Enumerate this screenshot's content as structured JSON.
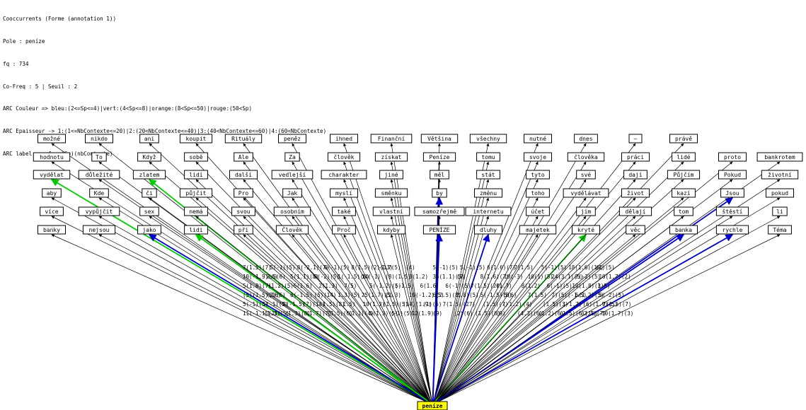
{
  "header": {
    "lines": [
      "Cooccurrents (Forme (annotation 1))",
      "Pole : peníze",
      "fq : 734",
      "Co-Freq : 5 | Seuil : 2",
      "ARC Couleur => bleu:(2<=Sp<=4)|vert:(4<Sp<=8)|orange:(8<Sp<=50)|rouge:(50<Sp)",
      "ARC Epaisseur -> 1:(1<=NbContexte<=20)|2:(20<NbContexte<=40)|3:(40<NbContexte<=60)|4:(60<NbContexte)",
      "ARC label : cofreq(Sp)(nbContexte)"
    ]
  },
  "colors": {
    "black": "#000000",
    "blue": "#0000cc",
    "green": "#00cc00",
    "center_fill": "#ffff00"
  },
  "center": {
    "label": "peníze"
  },
  "columns": [
    {
      "words": [
        "možné",
        "hodnotu",
        "vydělat",
        "aby",
        "více",
        "banky"
      ]
    },
    {
      "words": [
        "nikdo",
        "To",
        "důležité",
        "Kde",
        "vypůjčit",
        "nejsou"
      ]
    },
    {
      "words": [
        "ani",
        "Když",
        "zlatem",
        "či",
        "sex",
        "jako"
      ]
    },
    {
      "words": [
        "koupit",
        "sobě",
        "lidí",
        "půjčit",
        "nemá",
        "lidi"
      ]
    },
    {
      "words": [
        "Rituály",
        "Ale",
        "další",
        "Pro",
        "svou",
        "při"
      ]
    },
    {
      "words": [
        "peněz",
        "Za",
        "vedlejší",
        "Jak",
        "osobním",
        "Člověk"
      ]
    },
    {
      "words": [
        "ihned",
        "člověk",
        "charakter",
        "myslí",
        "také",
        "Proč"
      ]
    },
    {
      "words": [
        "Finanční",
        "získat",
        "jiné",
        "směnku",
        "vlastní",
        "kdyby"
      ]
    },
    {
      "words": [
        "Většina",
        "Peníze",
        "měl",
        "by",
        "samozřejmě",
        "PENÍZE"
      ]
    },
    {
      "words": [
        "všechny",
        "tomu",
        "stát",
        "změnu",
        "internetu",
        "dluhy"
      ]
    },
    {
      "words": [
        "nutné",
        "svoje",
        "tyto",
        "toho",
        "účet",
        "majetek"
      ]
    },
    {
      "words": [
        "dnes",
        "člověka",
        "své",
        "vydělávat",
        "jim",
        "kryté"
      ]
    },
    {
      "words": [
        "–",
        "práci",
        "dají",
        "život",
        "dělají",
        "věc"
      ]
    },
    {
      "words": [
        "právě",
        "lidé",
        "Půjčím",
        "kazí",
        "tom",
        "banka"
      ]
    },
    {
      "words": [
        "",
        "proto",
        "Pokud",
        "Jsou",
        "štěstí",
        "rychle"
      ]
    },
    {
      "words": [
        "",
        "bankrotem",
        "životní",
        "pokud",
        "li",
        "Téma"
      ]
    }
  ],
  "edges_colored": [
    {
      "word": "vydělat",
      "color": "green"
    },
    {
      "word": "zlatem",
      "color": "green"
    },
    {
      "word": "kryté",
      "color": "green"
    },
    {
      "word": "jako",
      "color": "blue"
    },
    {
      "word": "lidi",
      "color": "green"
    },
    {
      "word": "by",
      "color": "blue"
    },
    {
      "word": "PENÍZE",
      "color": "blue"
    },
    {
      "word": "dluhy",
      "color": "blue"
    },
    {
      "word": "Jsou",
      "color": "blue"
    },
    {
      "word": "banka",
      "color": "blue"
    },
    {
      "word": "rychle",
      "color": "blue"
    }
  ],
  "edge_label_rows": [
    {
      "row": 0,
      "texts": [
        "7(1.5)(7)",
        "5(-1)(5)",
        "8(-2.1)(7)",
        "6(-1)(5)",
        "8(1.5)(2)(13)",
        "-1.7(5)",
        "(4)",
        "5(-1)(5)",
        "5(-1)(5)",
        "6(1.6)(7)",
        "7(1.5)",
        "5(-1)(5)",
        "18(1.6)(16)",
        "(1)(5)"
      ]
    },
    {
      "row": 1,
      "texts": [
        "10(-1.9)(6)",
        "2.5(6)",
        "5(1.1)(8)",
        "8(-2)(5)",
        "1(-1.5)(6)",
        "14(-1)",
        "(8)(1.5)",
        "3(1.2)",
        "35(1.1)(5)",
        "(7)",
        "8(1.6)(7)",
        "10(-3)",
        "10(1)(5)",
        "24(3.1)(5)",
        "7(-2)(5)",
        "10(1.7)(2)"
      ]
    },
    {
      "row": 2,
      "texts": [
        "5(1.8)(7)",
        "(1.2)(5)",
        "6(1.6)",
        "2(1.3)",
        "7(5)",
        "5(-1.2)(5)",
        "(-1.5)",
        "6(1.6)",
        "6(-1)(5)",
        "7(1.5)(20)",
        "(1.7)",
        "8(1.2)",
        "6(-1)(5)",
        "19(1.8)(3)",
        "1.5)"
      ]
    },
    {
      "row": 3,
      "texts": [
        "(5)(1.5)(16)",
        "(2)(6)",
        "6(-1.5)",
        "(5)(14)",
        "1.3)(5)",
        "25(1.7)(5)",
        "(1.3)",
        "10(-1.2)(5)",
        "6(2.5)(8)",
        "2.8)(5)",
        "5(-1.5)(8)",
        "5(6)",
        "7(1.5)",
        "7)(5)(-1.5)",
        "6(1.2)(5)",
        "5(-2)(5)"
      ]
    },
    {
      "row": 4,
      "texts": [
        "5(-1)(5)",
        "5(-1)(5)",
        "8(-1.5)",
        "(7)(14)",
        "1.5)(8)",
        "1.5)",
        "10(1.3)",
        "(1.5)(5)",
        "(14)(1.9)",
        "(1)(5)",
        "7(1.5)",
        "(27)",
        "(1.5)(7)",
        "(-1.2)",
        "(4)",
        "(1.5)(3)",
        "(-1.7)",
        "(6)(1.9)(5)",
        "7(1.5)(7)"
      ]
    },
    {
      "row": 5,
      "texts": [
        "11(-1.1)(11)",
        "(1.3)(5)",
        "(1.3)(8)",
        "(1.7)(7)",
        "(1.5)(6)",
        "(1.1)(4)",
        "5(1.3)(5)",
        "(-1)(5)",
        "12(1.9)",
        "(9)",
        "(2)(6)",
        "(1.5)(6)",
        "(9)",
        "(4.3)(6)",
        "(1.2)(6)",
        "(1.5)(6)(16)",
        "(2.1)(7)",
        "10(1.7)(3)"
      ]
    }
  ]
}
